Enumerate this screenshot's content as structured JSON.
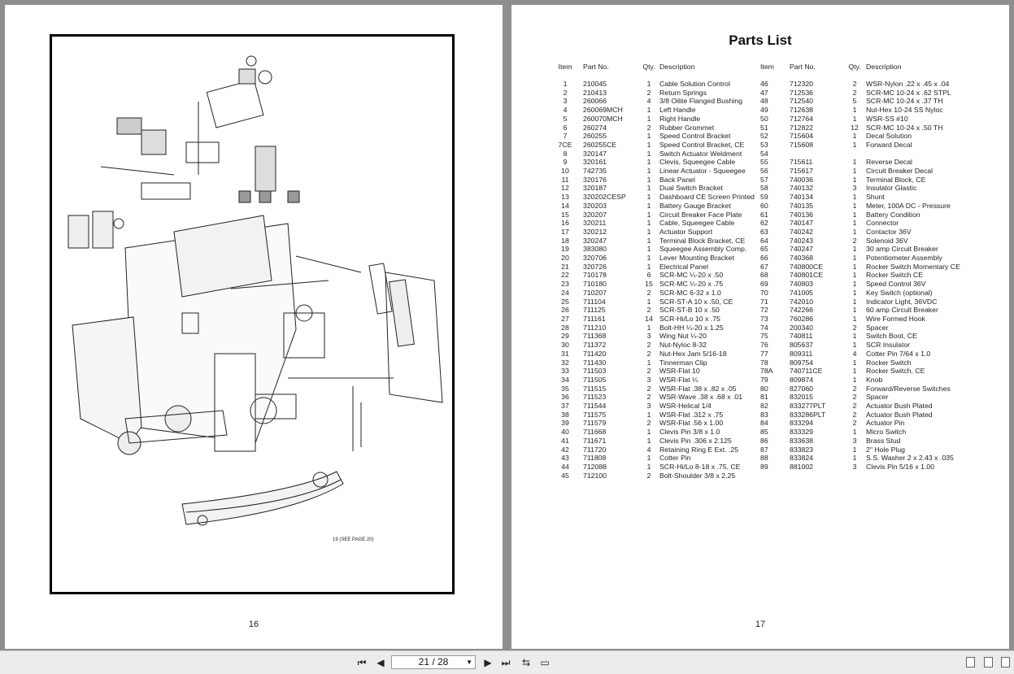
{
  "left_page": {
    "number": "16",
    "callout": "19 (SEE PAGE 20)"
  },
  "right_page": {
    "number": "17",
    "title": "Parts List",
    "headers": [
      "Item",
      "Part No.",
      "Qty.",
      "Description",
      "Item",
      "Part No.",
      "Qty.",
      "Description"
    ],
    "rows": [
      [
        "1",
        "210045",
        "1",
        "Cable Solution Control",
        "46",
        "712320",
        "2",
        "WSR-Nylon .22 x .45 x .04"
      ],
      [
        "2",
        "210413",
        "2",
        "Return Springs",
        "47",
        "712536",
        "2",
        "SCR-MC 10-24 x .62 STPL"
      ],
      [
        "3",
        "260066",
        "4",
        "3/8 Oilite Flanged Bushing",
        "48",
        "712540",
        "5",
        "SCR-MC 10-24 x .37 TH"
      ],
      [
        "4",
        "260069MCH",
        "1",
        "Left Handle",
        "49",
        "712638",
        "1",
        "Nut-Hex 10-24 SS Nyloc"
      ],
      [
        "5",
        "260070MCH",
        "1",
        "Right Handle",
        "50",
        "712764",
        "1",
        "WSR-SS #10"
      ],
      [
        "6",
        "260274",
        "2",
        "Rubber Grommet",
        "51",
        "712822",
        "12",
        "SCR-MC 10-24 x .50 TH"
      ],
      [
        "7",
        "260255",
        "1",
        "Speed Control Bracket",
        "52",
        "715604",
        "1",
        "Decal Solution"
      ],
      [
        "7CE",
        "260255CE",
        "1",
        "Speed Control Bracket, CE",
        "53",
        "715608",
        "1",
        "Forward Decal"
      ],
      [
        "8",
        "320147",
        "1",
        "Switch Actuator Weldment",
        "54",
        "",
        "",
        ""
      ],
      [
        "9",
        "320161",
        "1",
        "Clevis, Squeegee Cable",
        "55",
        "715611",
        "1",
        "Reverse Decal"
      ],
      [
        "10",
        "742735",
        "1",
        "Linear Actuator - Squeegee",
        "56",
        "715617",
        "1",
        "Circuit Breaker Decal"
      ],
      [
        "11",
        "320176",
        "1",
        "Back Panel",
        "57",
        "740036",
        "1",
        "Terminal Block, CE"
      ],
      [
        "12",
        "320187",
        "1",
        "Dual Switch Bracket",
        "58",
        "740132",
        "3",
        "Insulator Glastic"
      ],
      [
        "13",
        "320202CESP",
        "1",
        "Dashboard CE Screen Printed",
        "59",
        "740134",
        "1",
        "Shunt"
      ],
      [
        "14",
        "320203",
        "1",
        "Battery Gauge Bracket",
        "60",
        "740135",
        "1",
        "Meter, 100A DC - Pressure"
      ],
      [
        "15",
        "320207",
        "1",
        "Circuit Breaker Face Plate",
        "61",
        "740136",
        "1",
        "Battery Condition"
      ],
      [
        "16",
        "320211",
        "1",
        "Cable, Squeegee Cable",
        "62",
        "740147",
        "1",
        "Connector"
      ],
      [
        "17",
        "320212",
        "1",
        "Actuator Support",
        "63",
        "740242",
        "1",
        "Contactor 36V"
      ],
      [
        "18",
        "320247",
        "1",
        "Terminal Block Bracket, CE",
        "64",
        "740243",
        "2",
        "Solenoid 36V"
      ],
      [
        "19",
        "383080",
        "1",
        "Squeegee Assembly Comp.",
        "65",
        "740247",
        "1",
        "30 amp Circuit Breaker"
      ],
      [
        "20",
        "320706",
        "1",
        "Lever Mounting Bracket",
        "66",
        "740368",
        "1",
        "Potentiometer Assembly"
      ],
      [
        "21",
        "320726",
        "1",
        "Electrical Panel",
        "67",
        "740800CE",
        "1",
        "Rocker Switch Momentary CE"
      ],
      [
        "22",
        "710178",
        "6",
        "SCR-MC ¼-20 x .50",
        "68",
        "740801CE",
        "1",
        "Rocker Switch CE"
      ],
      [
        "23",
        "710180",
        "15",
        "SCR-MC ¼-20 x .75",
        "69",
        "740803",
        "1",
        "Speed Control 36V"
      ],
      [
        "24",
        "710207",
        "2",
        "SCR-MC 6-32 x 1.0",
        "70",
        "741005",
        "1",
        "Key Switch (optional)"
      ],
      [
        "25",
        "711104",
        "1",
        "SCR-ST-A 10 x .50, CE",
        "71",
        "742010",
        "1",
        "Indicator Light, 36VDC"
      ],
      [
        "26",
        "711125",
        "2",
        "SCR-ST-B 10 x .50",
        "72",
        "742266",
        "1",
        "60 amp Circuit Breaker"
      ],
      [
        "27",
        "711161",
        "14",
        "SCR-Hi/Lo 10 x .75",
        "73",
        "760286",
        "1",
        "Wire Formed Hook"
      ],
      [
        "28",
        "711210",
        "1",
        "Bolt-HH ¼-20 x 1.25",
        "74",
        "200340",
        "2",
        "Spacer"
      ],
      [
        "29",
        "711368",
        "3",
        "Wing Nut ¼-20",
        "75",
        "740811",
        "1",
        "Switch Boot, CE"
      ],
      [
        "30",
        "711372",
        "2",
        "Nut-Nyloc 8-32",
        "76",
        "805637",
        "1",
        "SCR Insulator"
      ],
      [
        "31",
        "711420",
        "2",
        "Nut-Hex Jam 5/16-18",
        "77",
        "809311",
        "4",
        "Cotter Pin 7/64 x 1.0"
      ],
      [
        "32",
        "711430",
        "1",
        "Tinnerman Clip",
        "78",
        "809754",
        "1",
        "Rocker Switch"
      ],
      [
        "33",
        "711503",
        "2",
        "WSR-Flat 10",
        "78A",
        "740711CE",
        "1",
        "Rocker Switch, CE"
      ],
      [
        "34",
        "711505",
        "3",
        "WSR-Flat ¼",
        "79",
        "809874",
        "1",
        "Knob"
      ],
      [
        "35",
        "711515",
        "2",
        "WSR-Flat .38 x .82 x .05",
        "80",
        "827060",
        "2",
        "Forward/Reverse Switches"
      ],
      [
        "36",
        "711523",
        "2",
        "WSR-Wave .38 x .68 x .01",
        "81",
        "832015",
        "2",
        "Spacer"
      ],
      [
        "37",
        "711544",
        "3",
        "WSR-Helical 1/4",
        "82",
        "833277PLT",
        "2",
        "Actuator Bush Plated"
      ],
      [
        "38",
        "711575",
        "1",
        "WSR-Flat .312 x .75",
        "83",
        "833286PLT",
        "2",
        "Actuator Bush Plated"
      ],
      [
        "39",
        "711579",
        "2",
        "WSR-Flat .56 x 1.00",
        "84",
        "833294",
        "2",
        "Actuator Pin"
      ],
      [
        "40",
        "711668",
        "1",
        "Clevis Pin  3/8 x 1.0",
        "85",
        "833329",
        "1",
        "Micro Switch"
      ],
      [
        "41",
        "711671",
        "1",
        "Clevis Pin .306 x 2.125",
        "86",
        "833638",
        "3",
        "Brass Stud"
      ],
      [
        "42",
        "711720",
        "4",
        "Retaining Ring E Ext. .25",
        "87",
        "833823",
        "1",
        "2\" Hole Plug"
      ],
      [
        "43",
        "711808",
        "1",
        "Cotter Pin",
        "88",
        "833824",
        "1",
        "S.S. Washer 2 x 2.43 x .035"
      ],
      [
        "44",
        "712088",
        "1",
        "SCR-Hi/Lo 8-18 x .75, CE",
        "89",
        "881002",
        "3",
        "Clevis Pin 5/16 x 1.00"
      ],
      [
        "45",
        "712100",
        "2",
        "Bolt-Shoulder 3/8 x 2.25",
        "",
        "",
        "",
        ""
      ]
    ]
  },
  "toolbar": {
    "page_indicator": "21 / 28",
    "icons": [
      "first-page-icon",
      "prev-page-icon",
      "next-page-icon",
      "last-page-icon",
      "single-page-view-icon",
      "two-page-view-icon"
    ]
  }
}
